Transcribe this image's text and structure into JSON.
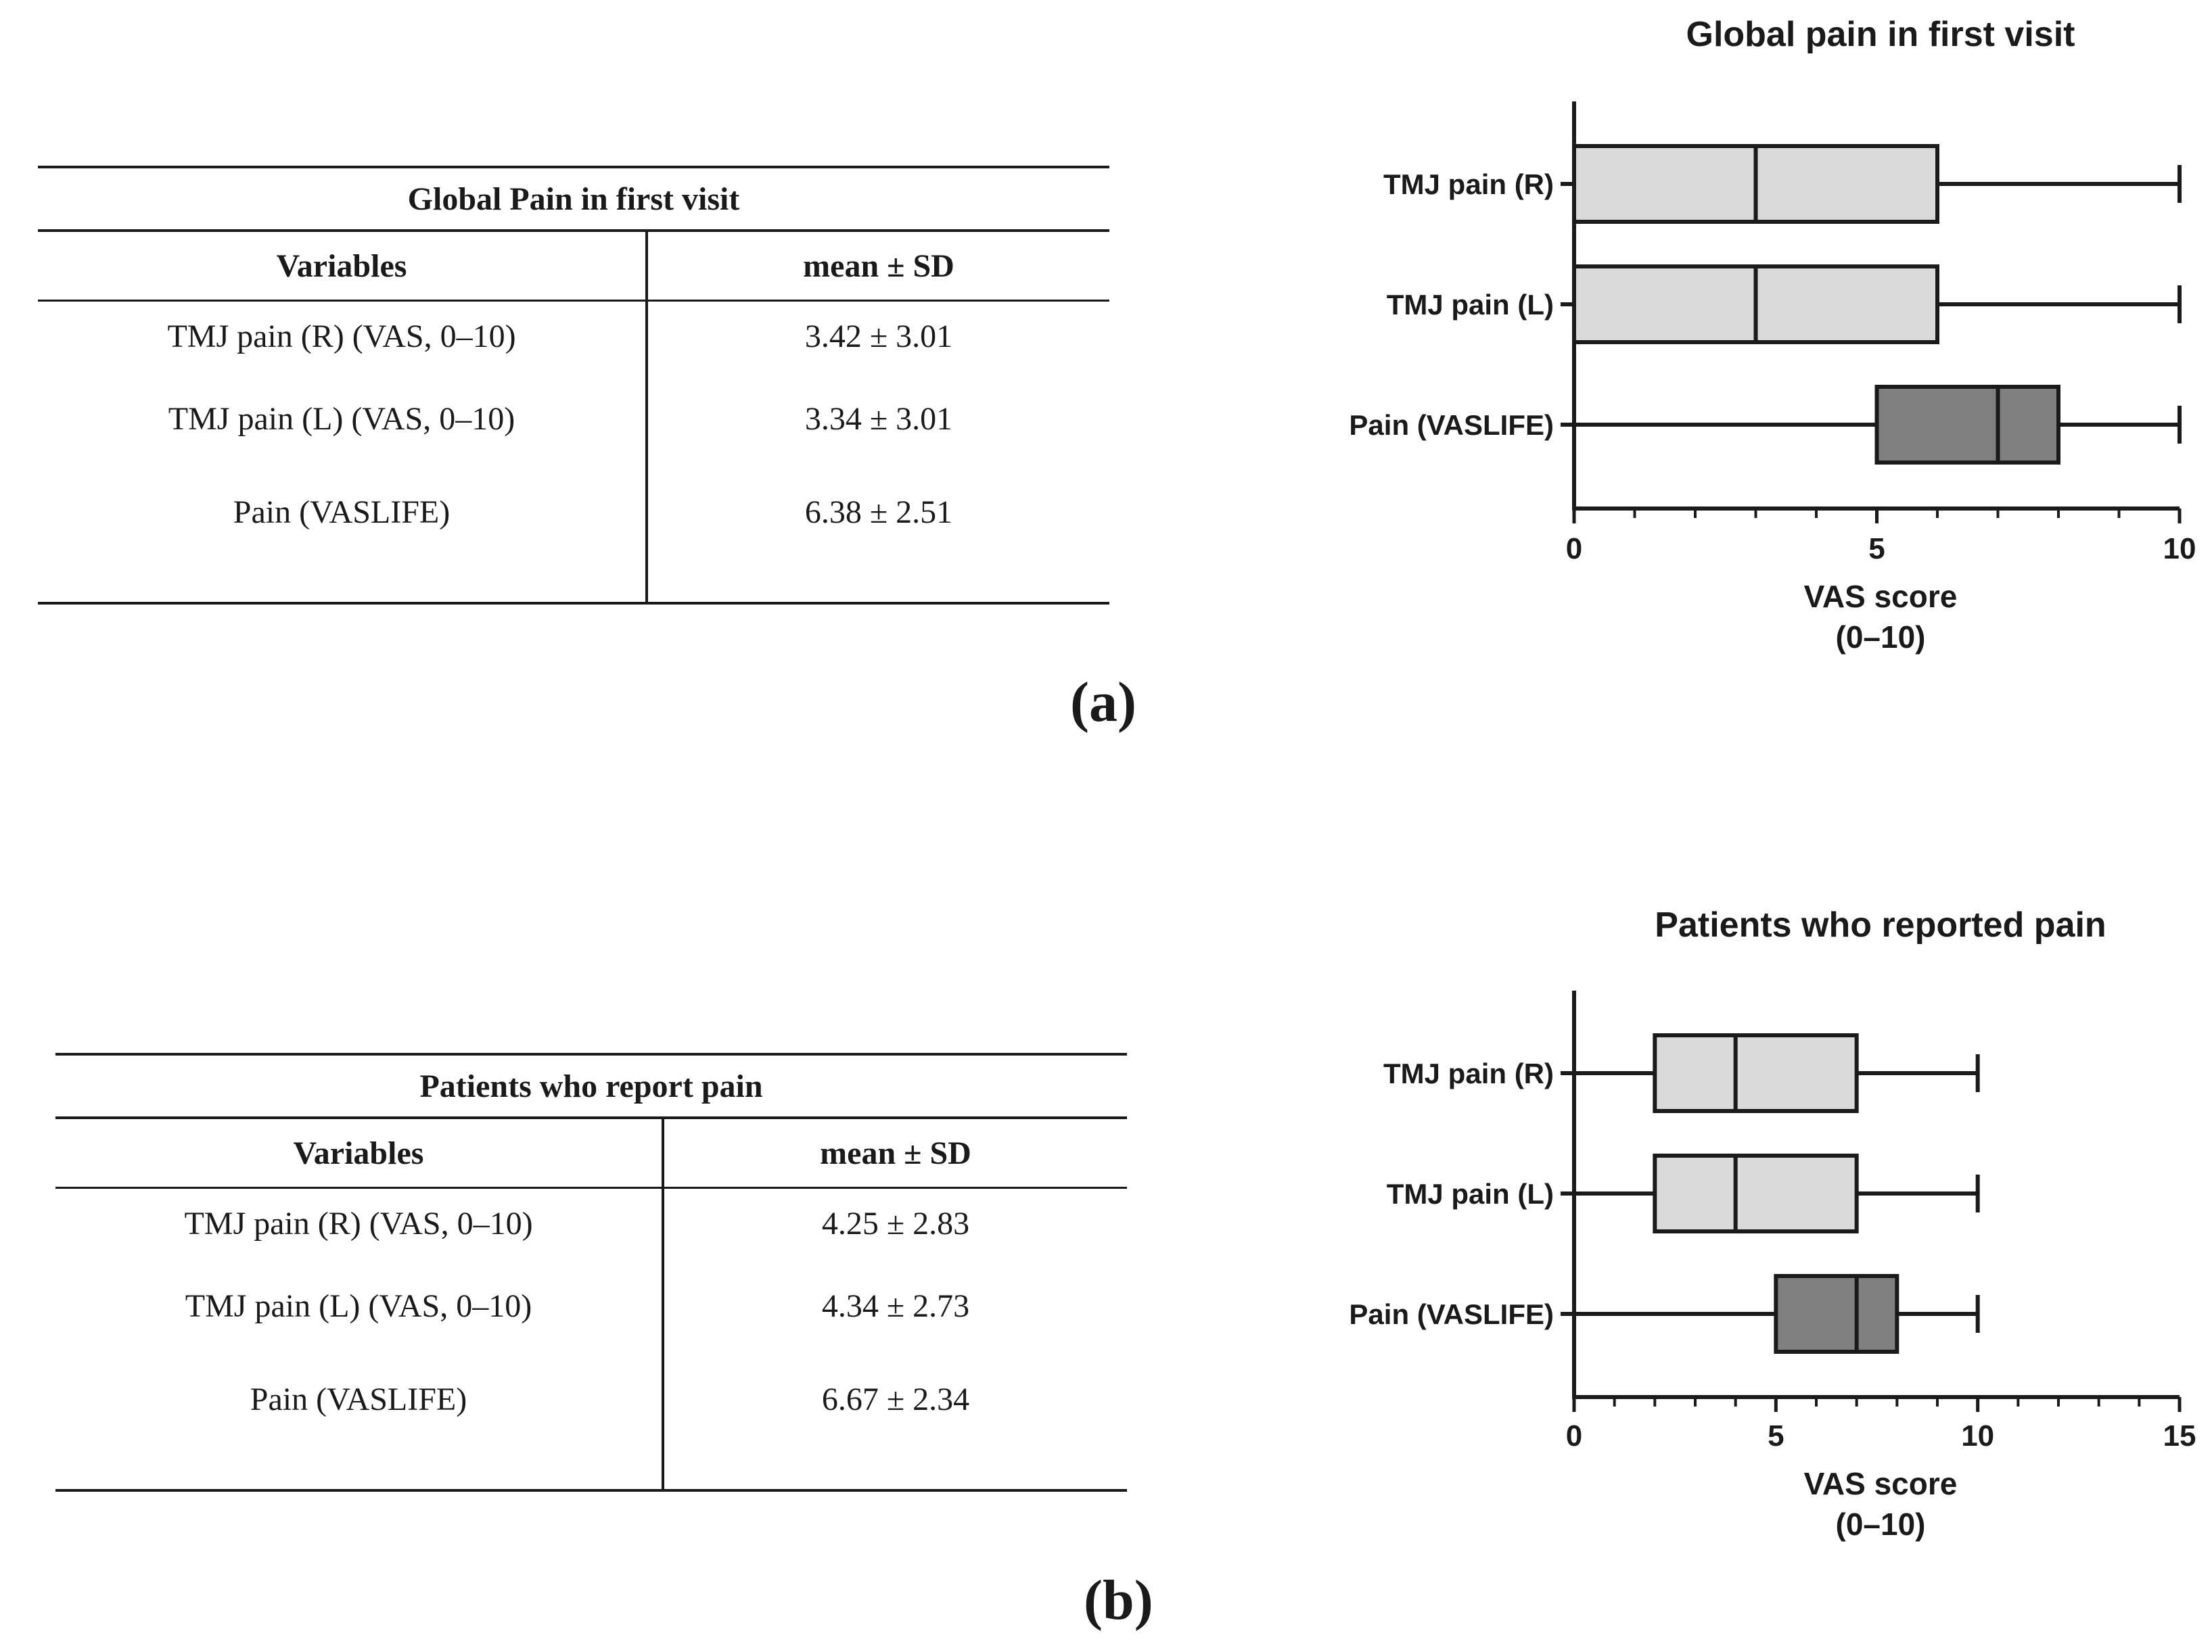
{
  "tables": [
    {
      "title": "Global Pain in first visit",
      "headers": [
        "Variables",
        "mean ± SD"
      ],
      "rows": [
        [
          "TMJ pain (R) (VAS, 0–10)",
          "3.42 ± 3.01"
        ],
        [
          "TMJ pain (L) (VAS, 0–10)",
          "3.34 ± 3.01"
        ],
        [
          "Pain (VASLIFE)",
          "6.38 ± 2.51"
        ]
      ]
    },
    {
      "title": "Patients who report pain",
      "headers": [
        "Variables",
        "mean ± SD"
      ],
      "rows": [
        [
          "TMJ pain (R) (VAS, 0–10)",
          "4.25 ± 2.83"
        ],
        [
          "TMJ pain (L) (VAS, 0–10)",
          "4.34 ± 2.73"
        ],
        [
          "Pain (VASLIFE)",
          "6.67 ± 2.34"
        ]
      ]
    }
  ],
  "panel_labels": [
    "(a)",
    "(b)"
  ],
  "chart_data": [
    {
      "type": "boxplot",
      "orientation": "horizontal",
      "title": "Global pain in first visit",
      "xlabel": [
        "VAS score",
        "(0–10)"
      ],
      "xlim": [
        0,
        10
      ],
      "xticks": [
        0,
        5,
        10
      ],
      "minor_step": 1,
      "categories": [
        "TMJ pain (R)",
        "TMJ pain (L)",
        "Pain (VASLIFE)"
      ],
      "boxes": [
        {
          "min": 0,
          "q1": 0,
          "median": 3,
          "q3": 6,
          "max": 10,
          "color": "#d9d9d9"
        },
        {
          "min": 0,
          "q1": 0,
          "median": 3,
          "q3": 6,
          "max": 10,
          "color": "#d9d9d9"
        },
        {
          "min": 0,
          "q1": 5,
          "median": 7,
          "q3": 8,
          "max": 10,
          "color": "#808080"
        }
      ]
    },
    {
      "type": "boxplot",
      "orientation": "horizontal",
      "title": "Patients who reported pain",
      "xlabel": [
        "VAS score",
        "(0–10)"
      ],
      "xlim": [
        0,
        15
      ],
      "xticks": [
        0,
        5,
        10,
        15
      ],
      "minor_step": 1,
      "categories": [
        "TMJ pain (R)",
        "TMJ pain (L)",
        "Pain (VASLIFE)"
      ],
      "boxes": [
        {
          "min": 0,
          "q1": 2,
          "median": 4,
          "q3": 7,
          "max": 10,
          "color": "#d9d9d9"
        },
        {
          "min": 0,
          "q1": 2,
          "median": 4,
          "q3": 7,
          "max": 10,
          "color": "#d9d9d9"
        },
        {
          "min": 0,
          "q1": 5,
          "median": 7,
          "q3": 8,
          "max": 10,
          "color": "#808080"
        }
      ]
    }
  ]
}
